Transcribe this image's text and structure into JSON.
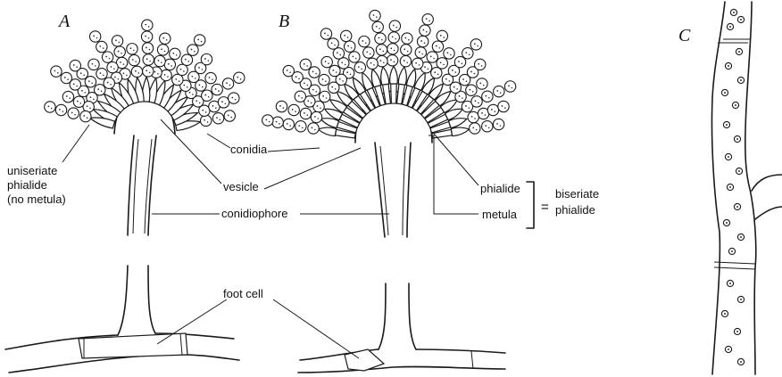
{
  "panels": {
    "a": "A",
    "b": "B",
    "c": "C"
  },
  "labels": {
    "conidia": "conidia",
    "vesicle": "vesicle",
    "conidiophore": "conidiophore",
    "foot_cell": "foot cell",
    "uniseriate_line1": "uniseriate",
    "uniseriate_line2": "phialide",
    "uniseriate_line3": "(no metula)",
    "phialide": "phialide",
    "metula": "metula",
    "equals": "=",
    "biseriate_line1": "biseriate",
    "biseriate_line2": "phialide"
  },
  "colors": {
    "ink": "#1a1a1a",
    "background": "#ffffff"
  }
}
